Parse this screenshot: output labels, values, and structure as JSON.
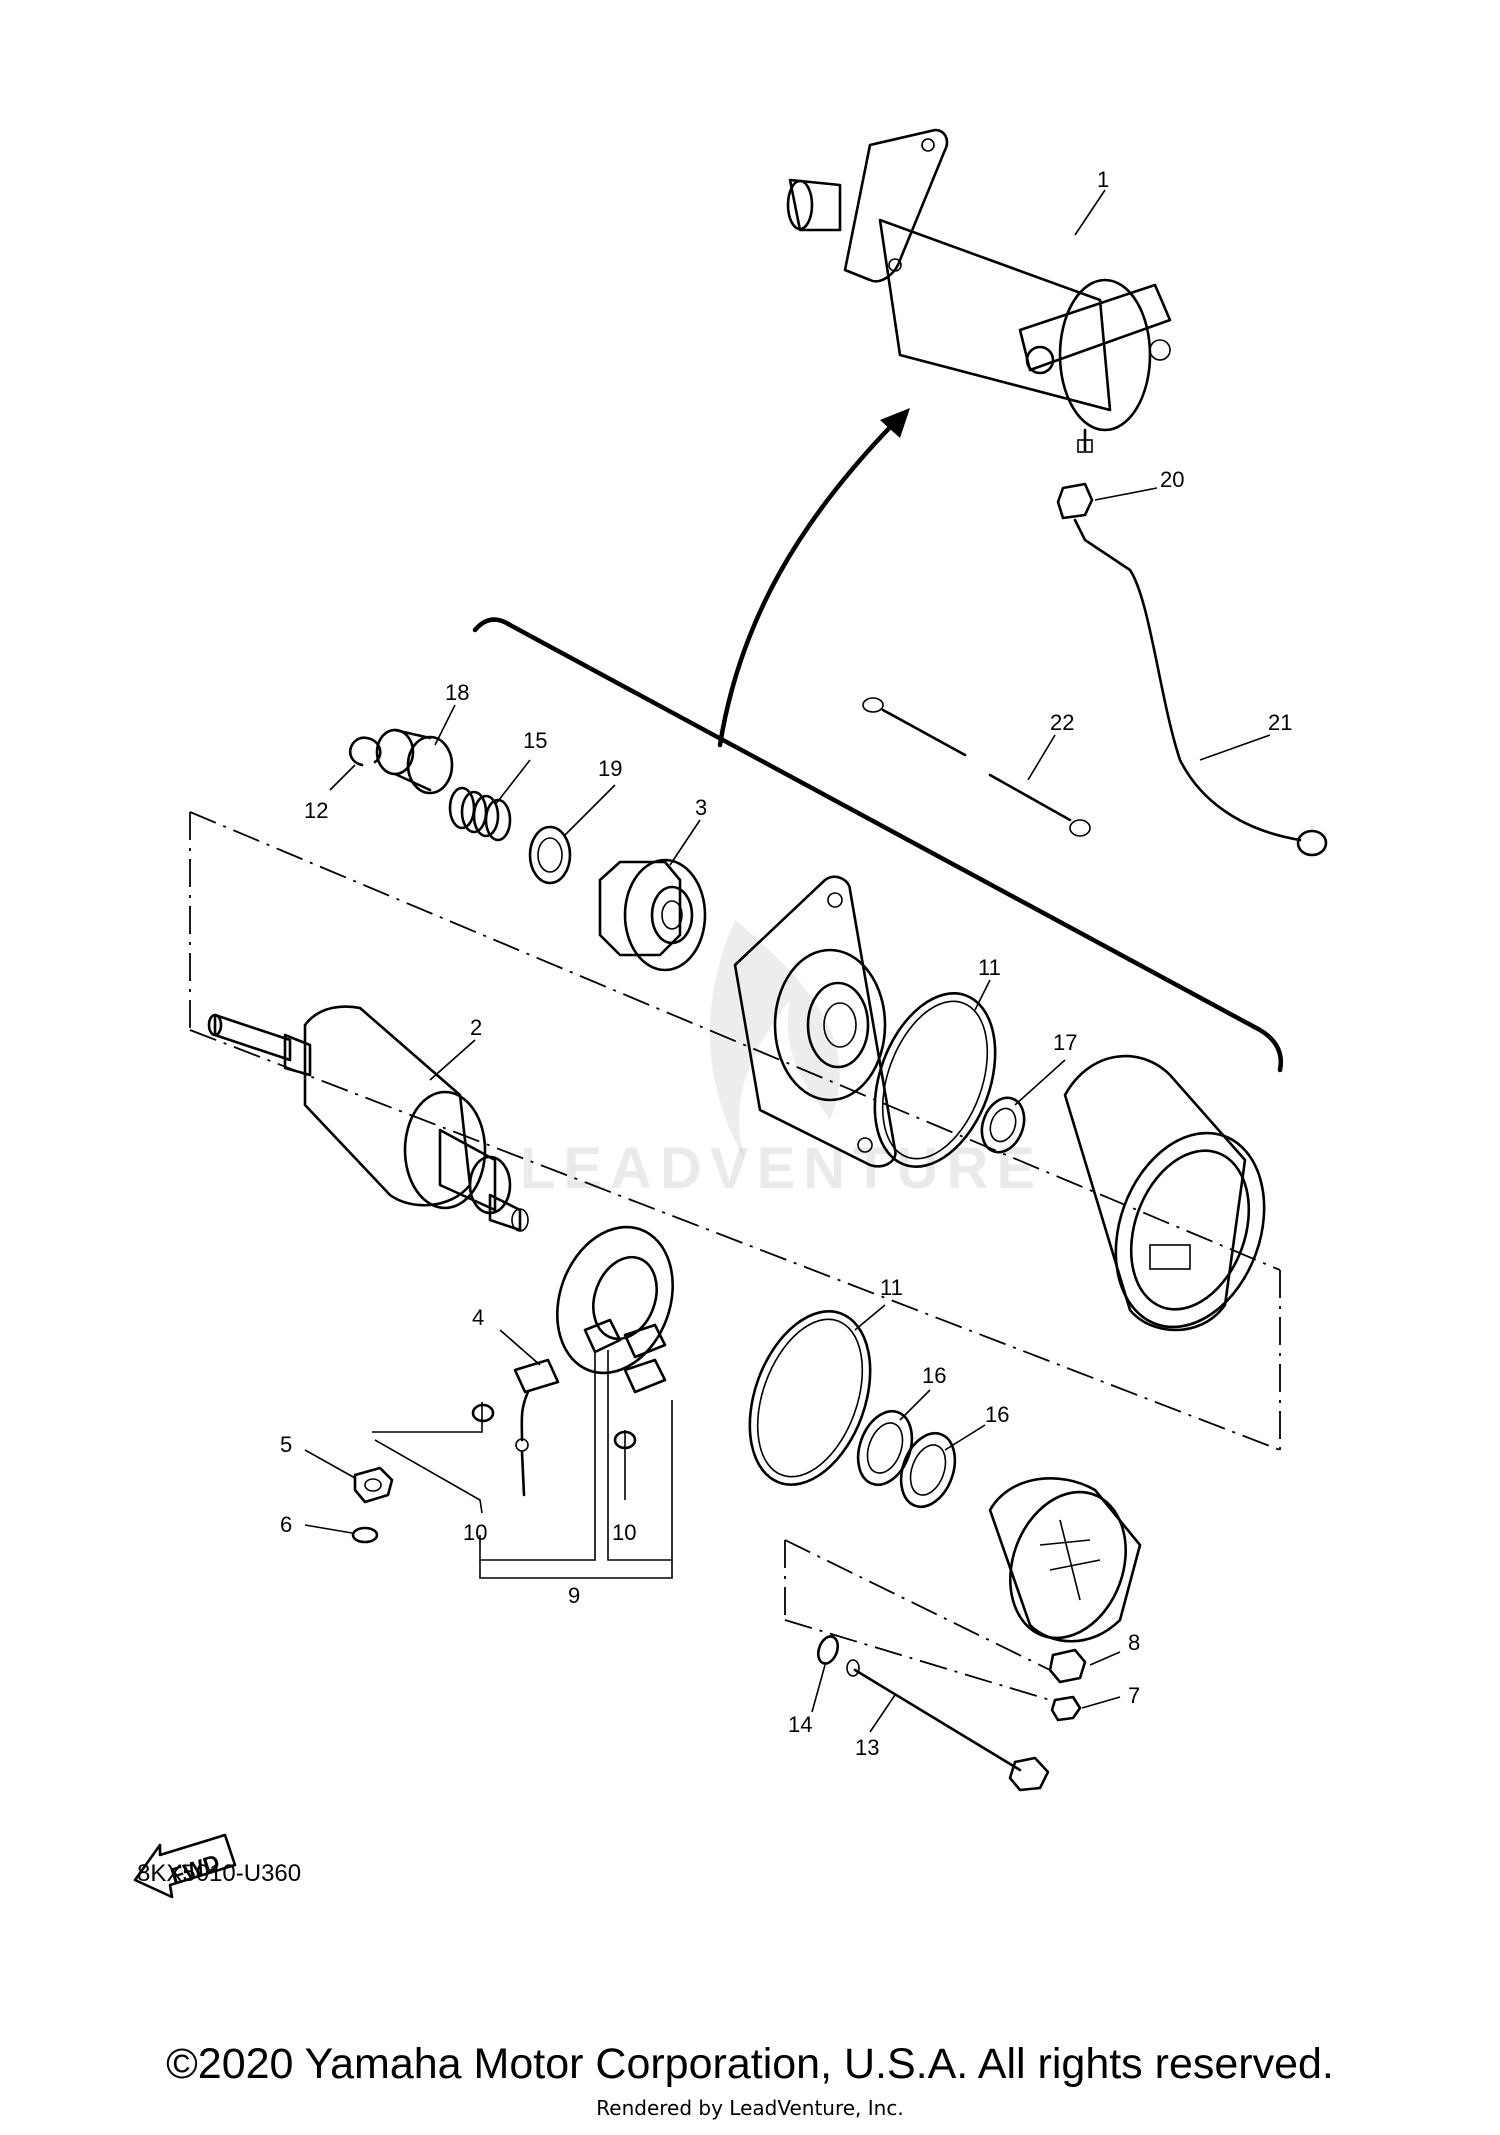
{
  "diagram": {
    "part_callouts": [
      "1",
      "2",
      "3",
      "4",
      "5",
      "6",
      "7",
      "8",
      "9",
      "10",
      "10",
      "11",
      "11",
      "12",
      "13",
      "14",
      "15",
      "16",
      "16",
      "17",
      "18",
      "19",
      "20",
      "21",
      "22"
    ],
    "fwd_label": "FWD",
    "diagram_code": "8KX5010-U360",
    "watermark": "LEADVENTURE"
  },
  "footer": {
    "copyright": "©2020 Yamaha Motor Corporation, U.S.A. All rights reserved.",
    "rendered_by": "Rendered by LeadVenture, Inc."
  }
}
